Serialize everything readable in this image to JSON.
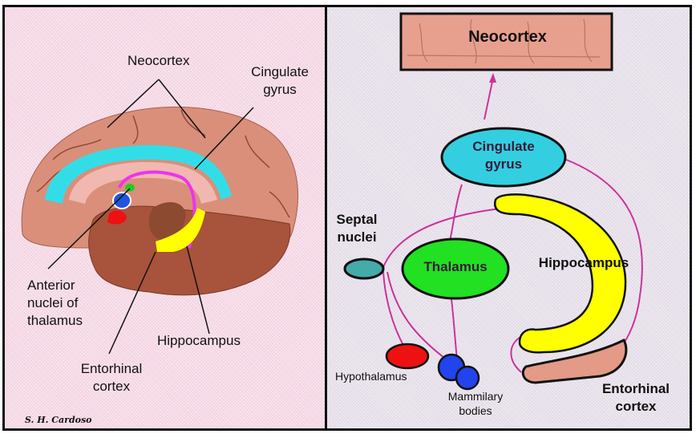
{
  "figure": {
    "title": "Limbic system / Papez circuit",
    "left_panel": {
      "name": "brain-sagittal-view",
      "labels": {
        "neocortex": "Neocortex",
        "cingulate_gyrus_line1": "Cingulate",
        "cingulate_gyrus_line2": "gyrus",
        "anterior_nuclei_line1": "Anterior",
        "anterior_nuclei_line2": "nuclei of",
        "anterior_nuclei_line3": "thalamus",
        "hippocampus": "Hippocampus",
        "entorhinal_line1": "Entorhinal",
        "entorhinal_line2": "cortex"
      },
      "signature": "S. H. Cardoso"
    },
    "right_panel": {
      "name": "papez-circuit-diagram",
      "nodes": {
        "neocortex": "Neocortex",
        "cingulate_line1": "Cingulate",
        "cingulate_line2": "gyrus",
        "thalamus": "Thalamus",
        "septal_line1": "Septal",
        "septal_line2": "nuclei",
        "hippocampus": "Hippocampus",
        "hypothalamus": "Hypothalamus",
        "mammilary_line1": "Mammilary",
        "mammilary_line2": "bodies",
        "entorhinal_line1": "Entorhinal",
        "entorhinal_line2": "cortex"
      }
    },
    "colors": {
      "cingulate": "#33dde8",
      "thalamus": "#22dd22",
      "hippocampus": "#ffff00",
      "hypothalamus": "#ee1111",
      "mammilary": "#2244ee",
      "pathway": "#cc3399",
      "cortex": "#e39a86"
    }
  }
}
